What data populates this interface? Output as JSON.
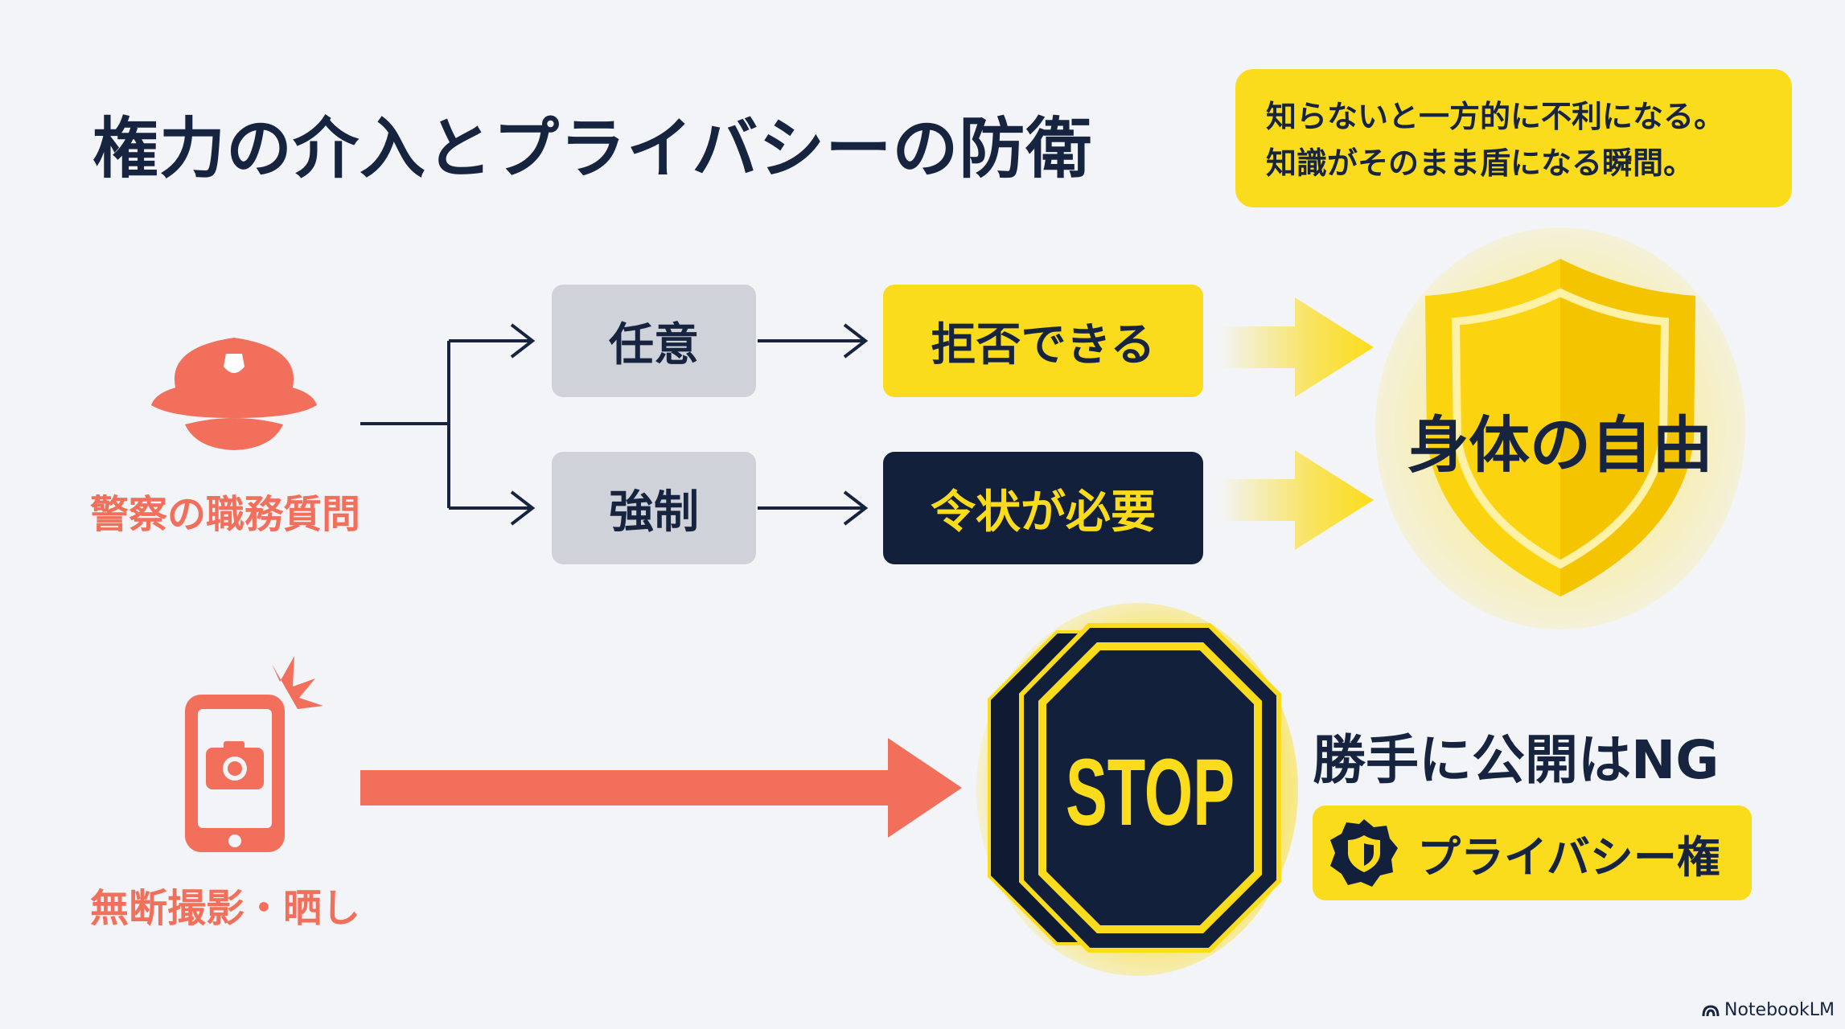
{
  "title": "権力の介入とプライバシーの防衛",
  "callout": {
    "line1": "知らないと一方的に不利になる。",
    "line2": "知識がそのまま盾になる瞬間。"
  },
  "police": {
    "label": "警察の職務質問",
    "icon": "police-cap-icon",
    "branches": [
      {
        "type": "任意",
        "result": "拒否できる"
      },
      {
        "type": "強制",
        "result": "令状が必要"
      }
    ]
  },
  "shield": {
    "label": "身体の自由",
    "icon": "shield-icon"
  },
  "photo": {
    "label": "無断撮影・晒し",
    "icon": "smartphone-camera-icon"
  },
  "stop": {
    "sign_text": "STOP",
    "icon": "stop-sign-icon"
  },
  "ng": {
    "text": "勝手に公開はNG",
    "badge_label": "プライバシー権",
    "badge_icon": "shield-badge-icon"
  },
  "watermark": "NotebookLM",
  "colors": {
    "navy": "#16243f",
    "yellow": "#fbdc1c",
    "coral": "#f26f5c",
    "gray": "#cfd2d9",
    "background": "#f3f4f7"
  }
}
